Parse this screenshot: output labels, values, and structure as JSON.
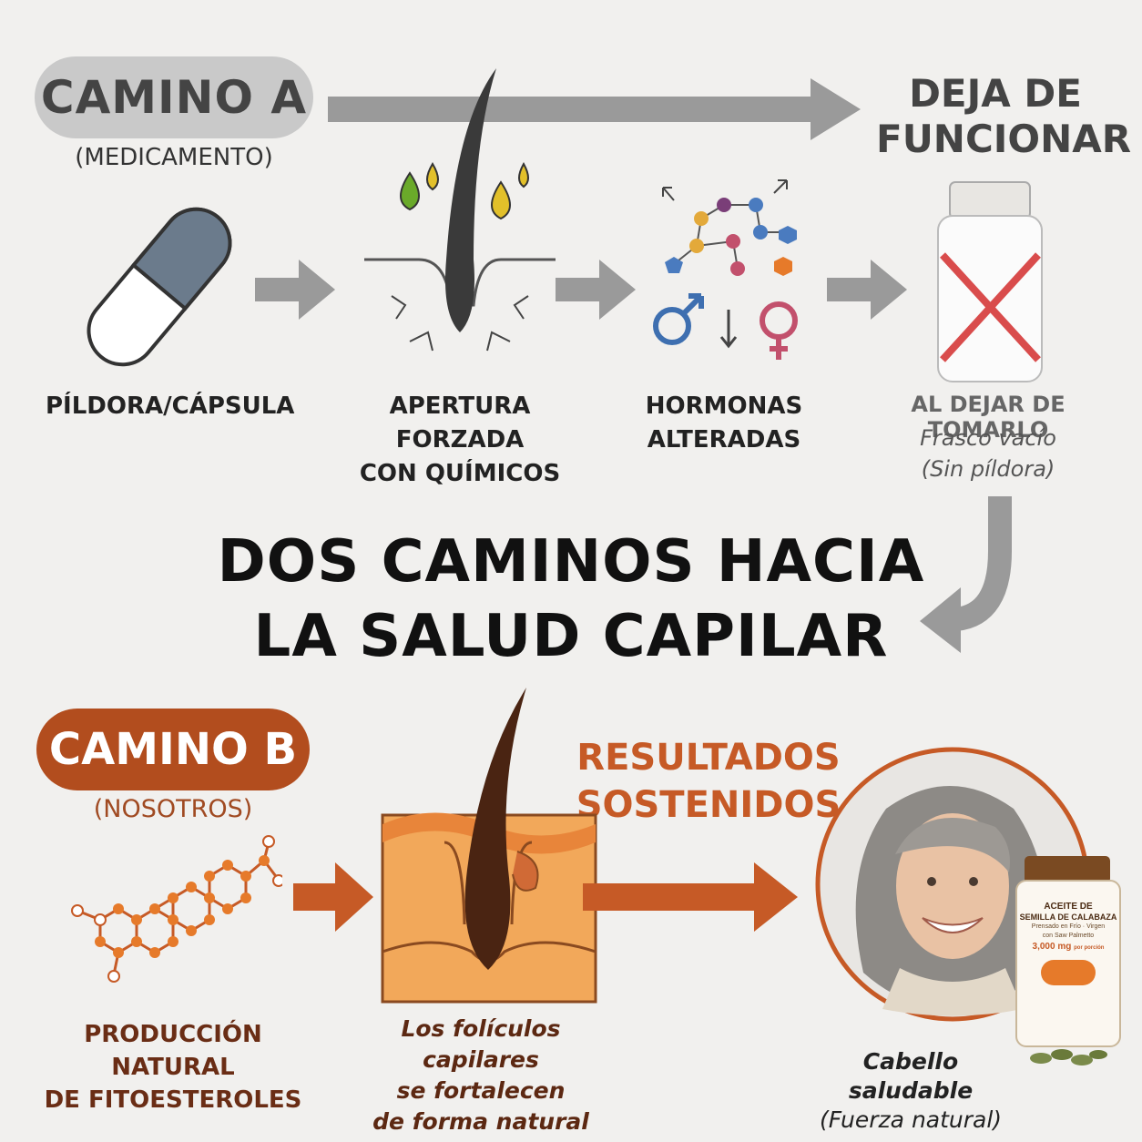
{
  "title": {
    "line1": "DOS CAMINOS HACIA",
    "line2": "LA SALUD CAPILAR"
  },
  "path_a": {
    "label": "CAMINO A",
    "sublabel": "(MEDICAMENTO)",
    "end_line1": "DEJA DE",
    "end_line2": "FUNCIONAR",
    "steps": {
      "pill": "PÍLDORA/CÁPSULA",
      "forced_l1": "APERTURA FORZADA",
      "forced_l2": "CON QUÍMICOS",
      "hormones_l1": "HORMONAS",
      "hormones_l2": "ALTERADAS",
      "stop": "AL DEJAR DE TOMARLO",
      "stop_note1": "Frasco vacío",
      "stop_note2": "(Sin píldora)"
    }
  },
  "path_b": {
    "label": "CAMINO B",
    "sublabel": "(NOSOTROS)",
    "results_l1": "RESULTADOS",
    "results_l2": "SOSTENIDOS",
    "steps": {
      "phyto_l1": "PRODUCCIÓN NATURAL",
      "phyto_l2": "DE FITOESTEROLES",
      "follicle_l1": "Los folículos capilares",
      "follicle_l2": "se fortalecen",
      "follicle_l3": "de forma natural",
      "hair_l1": "Cabello saludable",
      "hair_l2": "(Fuerza natural)"
    },
    "product": {
      "line1": "ACEITE DE",
      "line2": "SEMILLA DE CALABAZA",
      "line3": "Prensado en Frío · Virgen",
      "line4": "con Saw Palmetto",
      "dose": "3,000 mg",
      "dose_unit": "por porción"
    }
  },
  "colors": {
    "gray_arrow": "#9a9a9a",
    "orange": "#c65a26",
    "brown": "#6a2d15",
    "red_x": "#d94c4c"
  }
}
